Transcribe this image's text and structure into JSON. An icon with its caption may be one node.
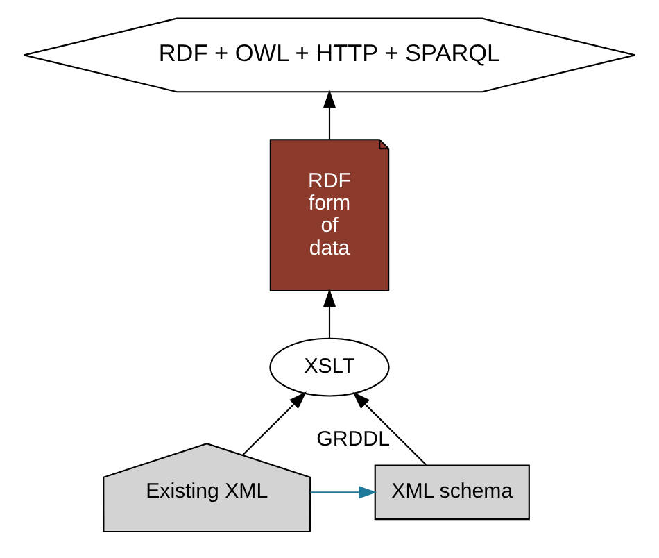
{
  "diagram": {
    "nodes": [
      {
        "text": [
          "RDF + OWL + HTTP + SPARQL"
        ]
      },
      {
        "text": [
          "RDF form of data"
        ]
      },
      {
        "text": [
          "XSLT"
        ]
      },
      {
        "text": [
          "XML schema"
        ]
      },
      {
        "text": [
          "Existing XML"
        ]
      }
    ],
    "edges": [
      {
        "from": 1,
        "to": 0,
        "arrow": "to"
      },
      {
        "from": 2,
        "to": 1,
        "arrow": "to"
      },
      {
        "from": 3,
        "to": 2,
        "arrow": "to",
        "label": "GRDDL"
      },
      {
        "from": 4,
        "to": 2,
        "arrow": "to"
      },
      {
        "from": 4,
        "to": 3,
        "arrow": "to",
        "color": "#1f7a99"
      }
    ]
  }
}
